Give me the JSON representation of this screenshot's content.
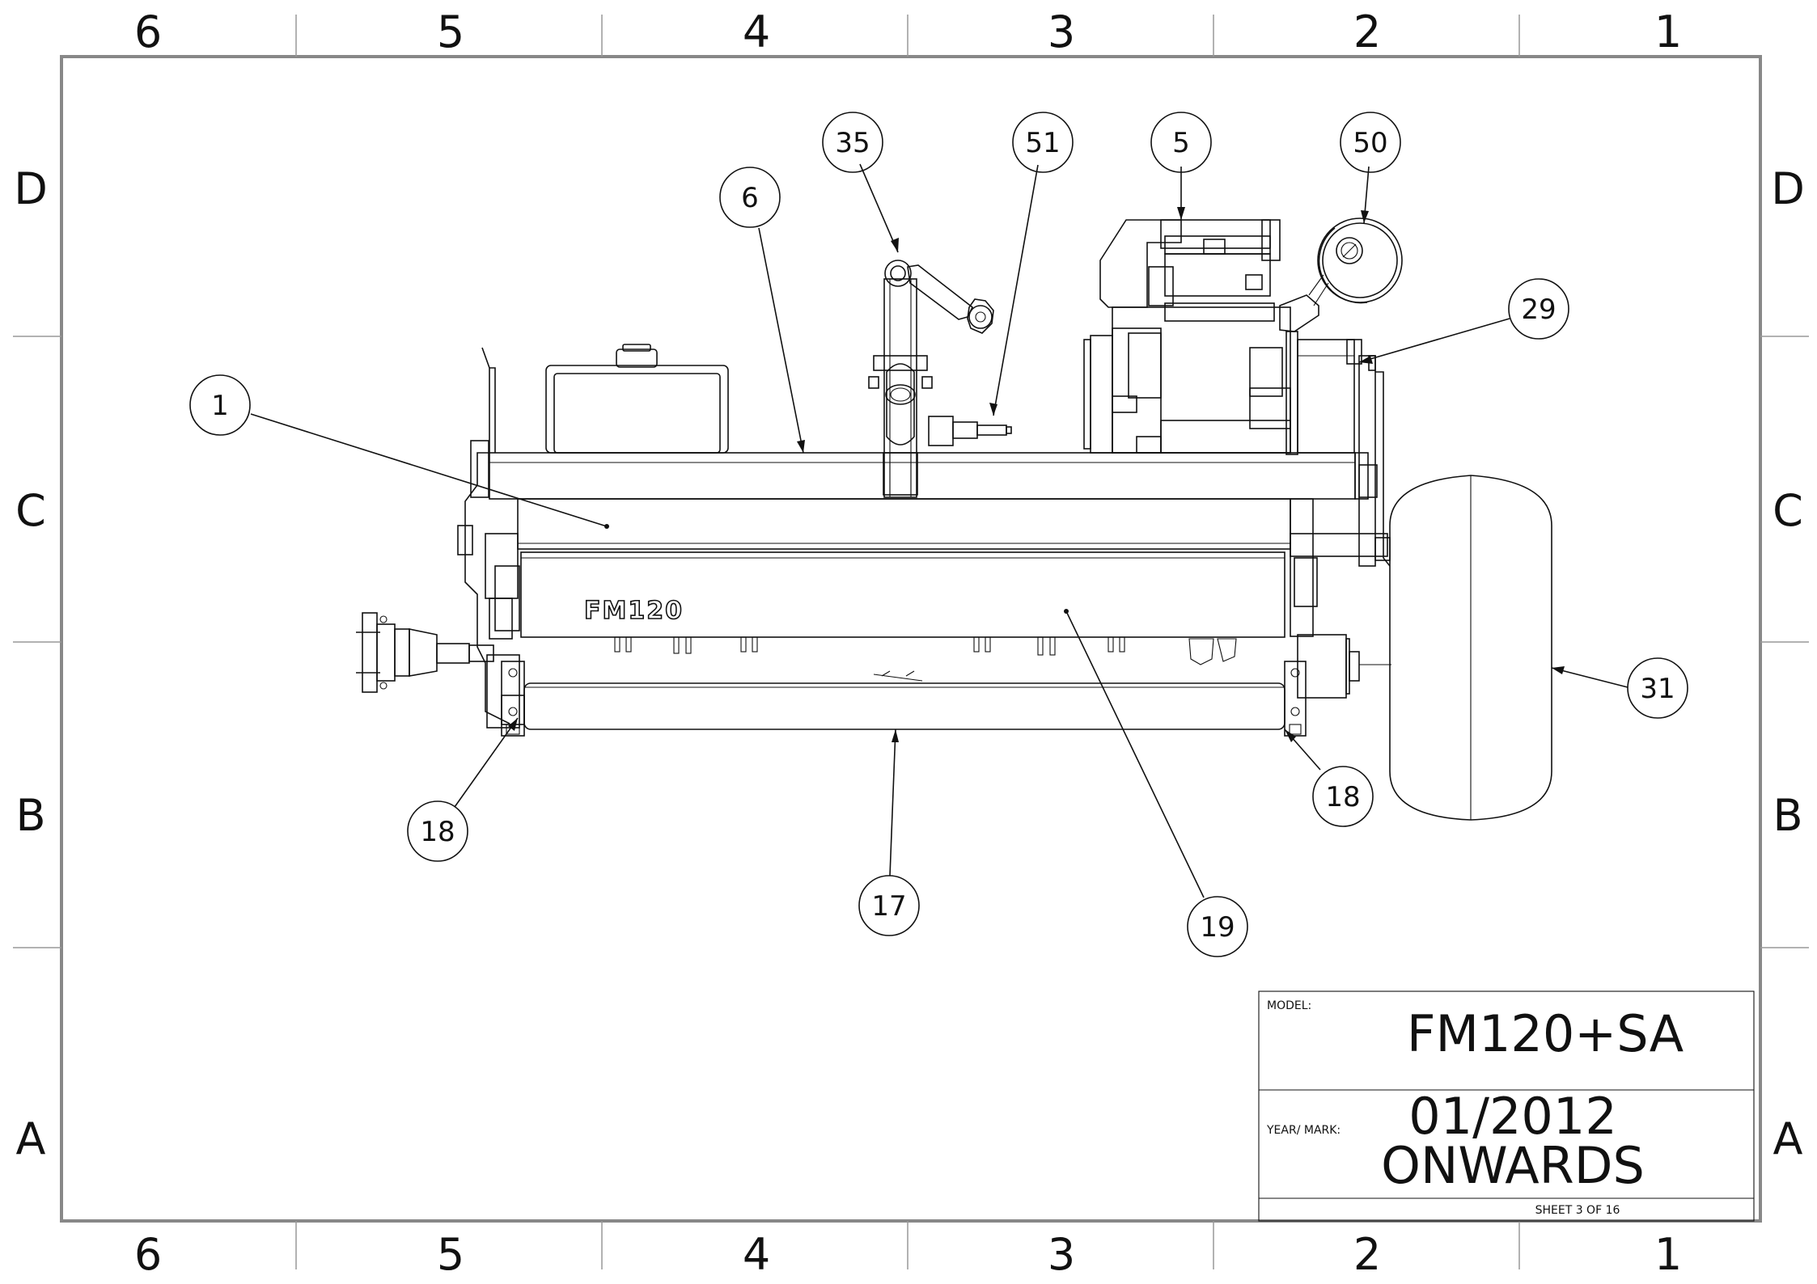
{
  "sheet": {
    "columns": [
      "6",
      "5",
      "4",
      "3",
      "2",
      "1"
    ],
    "rows": [
      "D",
      "C",
      "B",
      "A"
    ]
  },
  "balloons": [
    {
      "id": "35"
    },
    {
      "id": "51"
    },
    {
      "id": "5"
    },
    {
      "id": "50"
    },
    {
      "id": "6"
    },
    {
      "id": "29"
    },
    {
      "id": "1"
    },
    {
      "id": "31"
    },
    {
      "id": "18"
    },
    {
      "id": "18"
    },
    {
      "id": "17"
    },
    {
      "id": "19"
    }
  ],
  "machine": {
    "logo": "FM120"
  },
  "title_block": {
    "model_label": "MODEL:",
    "model_value": "FM120+SA",
    "year_label": "YEAR/ MARK:",
    "year_line1": "01/2012",
    "year_line2": "ONWARDS",
    "sheet_text": "SHEET 3 OF 16"
  },
  "colors": {
    "line": "#111111",
    "frame": "#888888",
    "background": "#ffffff"
  }
}
